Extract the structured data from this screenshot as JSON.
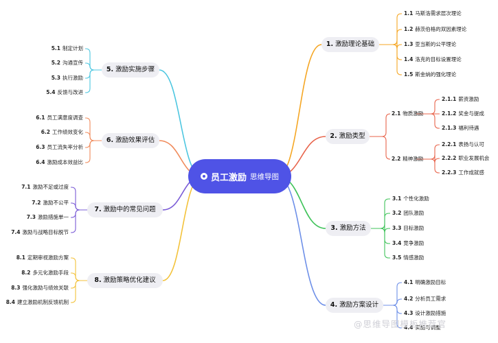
{
  "center": {
    "title": "员工激励",
    "subtitle": "思维导图"
  },
  "watermark": "@思维导图模板推荐官",
  "branches": [
    {
      "num": "1.",
      "label": "激励理论基础",
      "color": "#f5a623",
      "items": [
        {
          "num": "1.1",
          "label": "马斯洛需求层次理论"
        },
        {
          "num": "1.2",
          "label": "赫茨伯格的双因素理论"
        },
        {
          "num": "1.3",
          "label": "亚当斯的公平理论"
        },
        {
          "num": "1.4",
          "label": "洛克的目标设置理论"
        },
        {
          "num": "1.5",
          "label": "斯金纳的强化理论"
        }
      ]
    },
    {
      "num": "2.",
      "label": "激励类型",
      "color": "#e8634a",
      "items": [
        {
          "num": "2.1",
          "label": "物质激励",
          "children": [
            {
              "num": "2.1.1",
              "label": "薪资激励"
            },
            {
              "num": "2.1.2",
              "label": "奖金与提成"
            },
            {
              "num": "2.1.3",
              "label": "福利待遇"
            }
          ]
        },
        {
          "num": "2.2",
          "label": "精神激励",
          "children": [
            {
              "num": "2.2.1",
              "label": "表扬与认可"
            },
            {
              "num": "2.2.2",
              "label": "职业发展机会"
            },
            {
              "num": "2.2.3",
              "label": "工作成就感"
            }
          ]
        }
      ]
    },
    {
      "num": "3.",
      "label": "激励方法",
      "color": "#3fc35a",
      "items": [
        {
          "num": "3.1",
          "label": "个性化激励"
        },
        {
          "num": "3.2",
          "label": "团队激励"
        },
        {
          "num": "3.3",
          "label": "目标激励"
        },
        {
          "num": "3.4",
          "label": "竞争激励"
        },
        {
          "num": "3.5",
          "label": "情感激励"
        }
      ]
    },
    {
      "num": "4.",
      "label": "激励方案设计",
      "color": "#6d8fe8",
      "items": [
        {
          "num": "4.1",
          "label": "明确激励目标"
        },
        {
          "num": "4.2",
          "label": "分析员工需求"
        },
        {
          "num": "4.3",
          "label": "设计激励措施"
        },
        {
          "num": "4.4",
          "label": "实施与调整"
        }
      ]
    },
    {
      "num": "5.",
      "label": "激励实施步骤",
      "color": "#4cc6e0",
      "items": [
        {
          "num": "5.1",
          "label": "制定计划"
        },
        {
          "num": "5.2",
          "label": "沟通宣传"
        },
        {
          "num": "5.3",
          "label": "执行激励"
        },
        {
          "num": "5.4",
          "label": "反馈与改进"
        }
      ]
    },
    {
      "num": "6.",
      "label": "激励效果评估",
      "color": "#f08a5a",
      "items": [
        {
          "num": "6.1",
          "label": "员工满意度调查"
        },
        {
          "num": "6.2",
          "label": "工作绩效变化"
        },
        {
          "num": "6.3",
          "label": "员工流失率分析"
        },
        {
          "num": "6.4",
          "label": "激励成本效益比"
        }
      ]
    },
    {
      "num": "7.",
      "label": "激励中的常见问题",
      "color": "#7a5bd6",
      "items": [
        {
          "num": "7.1",
          "label": "激励不足或过度"
        },
        {
          "num": "7.2",
          "label": "激励不公平"
        },
        {
          "num": "7.3",
          "label": "激励措施单一"
        },
        {
          "num": "7.4",
          "label": "激励与战略目标脱节"
        }
      ]
    },
    {
      "num": "8.",
      "label": "激励策略优化建议",
      "color": "#f3c23a",
      "items": [
        {
          "num": "8.1",
          "label": "定期审视激励方案"
        },
        {
          "num": "8.2",
          "label": "多元化激励手段"
        },
        {
          "num": "8.3",
          "label": "强化激励与绩效关联"
        },
        {
          "num": "8.4",
          "label": "建立激励机制反馈机制"
        }
      ]
    }
  ]
}
